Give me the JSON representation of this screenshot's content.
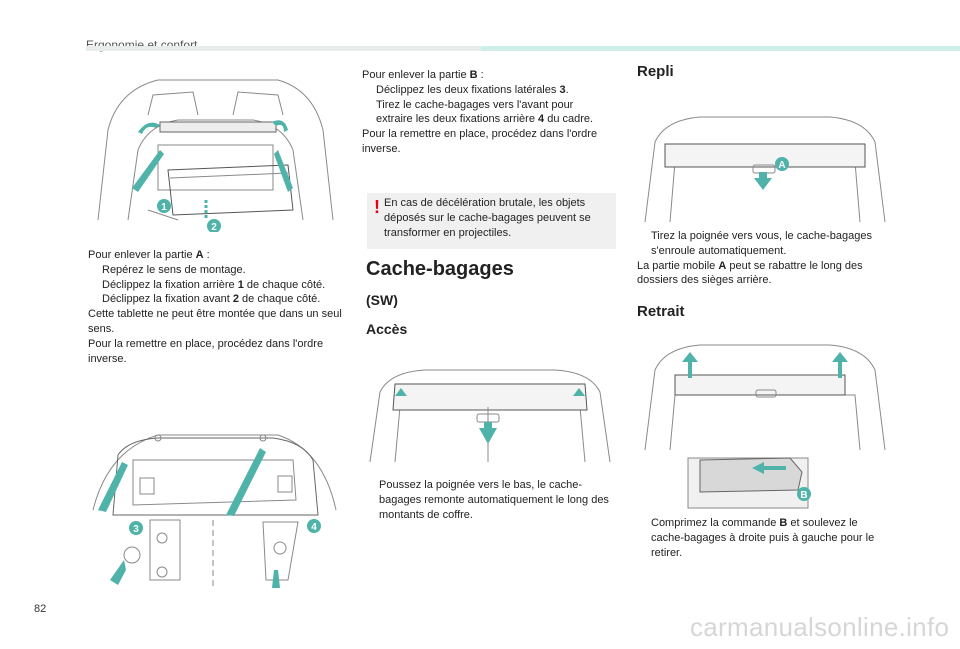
{
  "header": {
    "title": "Ergonomie et confort"
  },
  "page_number": "82",
  "watermark": "carmanualsonline.info",
  "col1": {
    "intro": [
      "Pour enlever la partie ",
      "A",
      " :"
    ],
    "bullets": [
      "Repérez le sens de montage.",
      [
        "Déclippez la fixation arrière ",
        "1",
        " de chaque côté."
      ],
      [
        "Déclippez la fixation avant ",
        "2",
        " de chaque côté."
      ]
    ],
    "para1": "Cette tablette ne peut être montée que dans un seul sens.",
    "para2": "Pour la remettre en place, procédez dans l'ordre inverse."
  },
  "col2": {
    "intro": [
      "Pour enlever la partie ",
      "B",
      " :"
    ],
    "bullets": [
      [
        "Déclippez les deux fixations latérales ",
        "3",
        "."
      ],
      [
        "Tirez le cache-bagages vers l'avant pour extraire les deux fixations arrière ",
        "4",
        " du cadre."
      ]
    ],
    "para": "Pour la remettre en place, procédez dans l'ordre inverse.",
    "warning": "En cas de décélération brutale, les objets déposés sur le cache-bagages peuvent se transformer en projectiles.",
    "section_title": "Cache-bagages",
    "subtitle": "(SW)",
    "access_title": "Accès",
    "access_bullet": "Poussez la poignée vers le bas, le cache-bagages remonte automatiquement le long des montants de coffre."
  },
  "col3": {
    "repli_title": "Repli",
    "repli_bullet": "Tirez la poignée vers vous, le cache-bagages s'enroule automatiquement.",
    "repli_para": [
      "La partie mobile ",
      "A",
      " peut se rabattre le long des dossiers des sièges arrière."
    ],
    "retrait_title": "Retrait",
    "retrait_bullet": [
      "Comprimez la commande ",
      "B",
      " et soulevez le cache-bagages à droite puis à gauche pour le retirer."
    ]
  },
  "bullet_symbol": "",
  "figure_labels": {
    "f1": [
      "1",
      "2"
    ],
    "f2": [
      "3",
      "4"
    ],
    "f3": [
      "A"
    ],
    "f4": [
      "B"
    ]
  },
  "colors": {
    "accent": "#5bbdb5",
    "arrow": "#4fb3aa",
    "warning": "#e2001a",
    "line": "#777777"
  }
}
